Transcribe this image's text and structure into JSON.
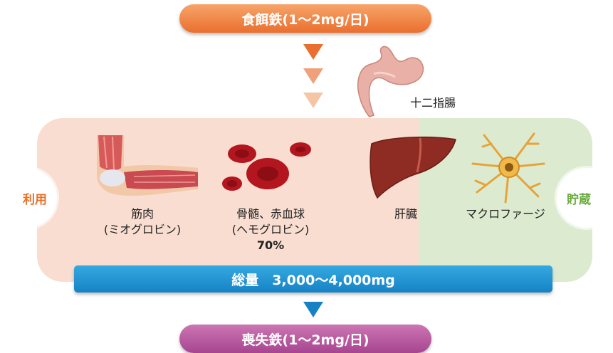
{
  "top_label": "食餌鉄(1〜2mg/日)",
  "bottom_label": "喪失鉄(1〜2mg/日)",
  "total_label": "総量　3,000〜4,000mg",
  "duodenum_label": "十二指腸",
  "left_circle": "利用",
  "right_circle": "貯蔵",
  "items": {
    "muscle": {
      "line1": "筋肉",
      "line2": "(ミオグロビン)"
    },
    "marrow": {
      "line1": "骨髄、赤血球",
      "line2": "(ヘモグロビン)",
      "line3": "70%"
    },
    "liver": {
      "line1": "肝臓"
    },
    "macrophage": {
      "line1": "マクロファージ"
    }
  },
  "colors": {
    "orange": "#ea6f2e",
    "purple": "#a64590",
    "blue": "#1682c5",
    "use_panel": "#f9ddd0",
    "store_panel": "#dcebd0",
    "use_text": "#e8702a",
    "store_text": "#6aab3c"
  }
}
